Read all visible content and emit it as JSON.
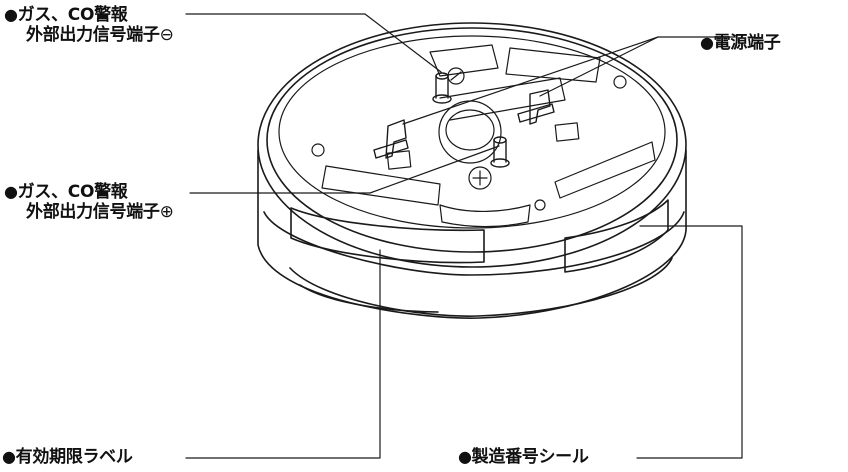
{
  "labels": {
    "gas_co_negative": {
      "bullet": "●",
      "line1": "ガス、CO警報",
      "line2": "外部出力信号端子",
      "symbol": "⊖"
    },
    "power_terminal": {
      "bullet": "●",
      "text": "電源端子"
    },
    "gas_co_positive": {
      "bullet": "●",
      "line1": "ガス、CO警報",
      "line2": "外部出力信号端子",
      "symbol": "⊕"
    },
    "expiry_label": {
      "bullet": "●",
      "text": "有効期限ラベル"
    },
    "serial_seal": {
      "bullet": "●",
      "text": "製造番号シール"
    }
  },
  "colors": {
    "line": "#1a1a1a",
    "text": "#111111",
    "background": "#ffffff"
  }
}
